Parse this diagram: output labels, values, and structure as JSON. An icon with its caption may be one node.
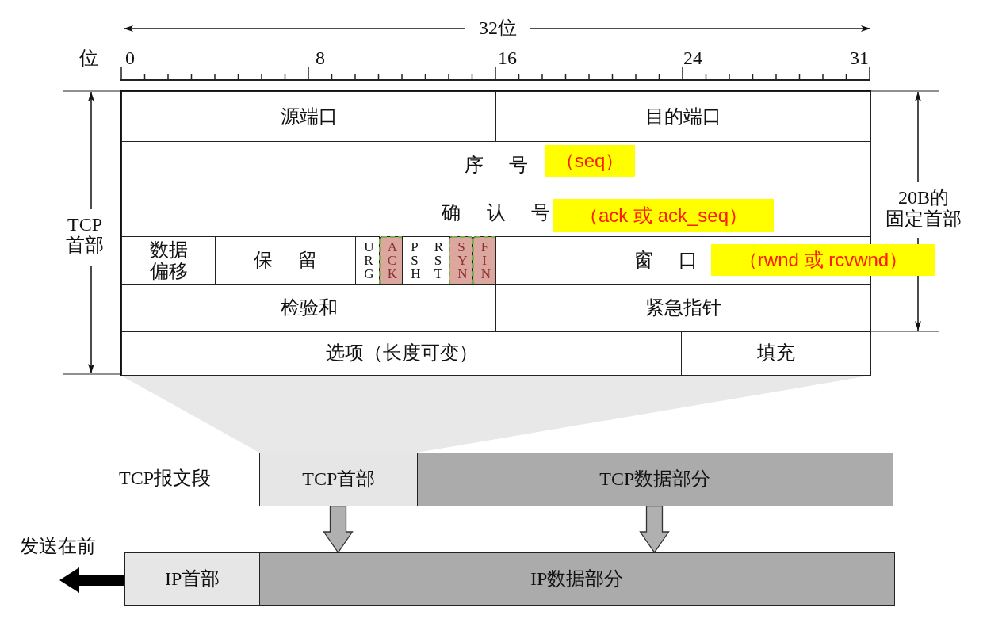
{
  "diagram": {
    "nodes": [
      {
        "text": [
          "源端口"
        ]
      },
      {
        "text": [
          "目的端口"
        ]
      },
      {
        "text": [
          "序 号"
        ]
      },
      {
        "text": [
          "（seq）"
        ],
        "in": 2
      },
      {
        "text": [
          "确 认 号"
        ]
      },
      {
        "text": [
          "（ack 或 ack_seq）"
        ],
        "in": 4
      },
      {
        "text": [
          "数据偏移"
        ]
      },
      {
        "text": [
          "保 留"
        ]
      },
      {
        "text": [
          "URG"
        ]
      },
      {
        "text": [
          "ACK"
        ]
      },
      {
        "text": [
          "PSH"
        ]
      },
      {
        "text": [
          "RST"
        ]
      },
      {
        "text": [
          "SYN"
        ]
      },
      {
        "text": [
          "FIN"
        ]
      },
      {
        "text": [
          "窗 口"
        ]
      },
      {
        "text": [
          "（rwnd 或 rcvwnd）"
        ]
      },
      {
        "text": [
          "检验和"
        ]
      },
      {
        "text": [
          "紧急指针"
        ]
      },
      {
        "text": [
          "选项（长度可变）"
        ]
      },
      {
        "text": [
          "填充"
        ]
      },
      {
        "text": [
          "TCP首部"
        ]
      },
      {
        "text": [
          "TCP数据部分"
        ]
      },
      {
        "text": [
          "IP首部"
        ]
      },
      {
        "text": [
          "IP数据部分"
        ]
      },
      {
        "text": [],
        "shape": "trapezoid"
      }
    ],
    "edges": [
      {
        "from": 20,
        "to": 23,
        "arrow": "to"
      },
      {
        "from": 21,
        "to": 23,
        "arrow": "to"
      }
    ],
    "labels": [
      "32位",
      "位",
      "0",
      "8",
      "16",
      "24",
      "31",
      "TCP 首部",
      "20B的",
      "固定首部",
      "TCP报文段",
      "发送在前"
    ]
  }
}
